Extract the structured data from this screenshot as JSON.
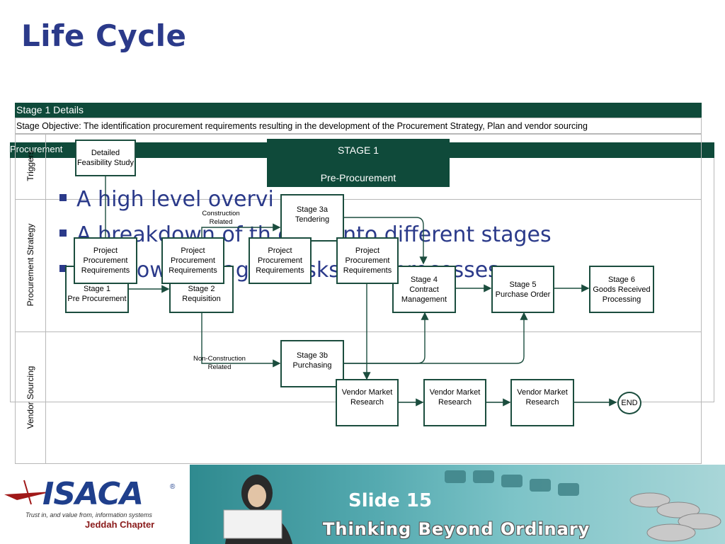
{
  "title": "Life Cycle",
  "back_layer": {
    "bar_label": "Procurement",
    "bullets": [
      "A high level overvi",
      "A breakdown of th     ction into different stages",
      "A     akdown of     tag      to tasks and processes"
    ]
  },
  "table": {
    "header": "Stage 1 Details",
    "objective": "Stage Objective: The identification procurement requirements resulting in the development of the Procurement Strategy, Plan and vendor sourcing",
    "lanes": [
      "Triggers",
      "Procurement Strategy",
      "Vendor Sourcing"
    ],
    "stage_banner": {
      "line1": "STAGE 1",
      "line2": "Pre-Procurement"
    }
  },
  "nodes": {
    "feasibility": [
      "Detailed",
      "Feasibility Study"
    ],
    "stage1": [
      "Stage 1",
      "Pre Procurement"
    ],
    "stage2": [
      "Stage 2",
      "Requisition"
    ],
    "stage3a": [
      "Stage 3a",
      "Tendering"
    ],
    "stage3b": [
      "Stage 3b",
      "Purchasing"
    ],
    "stage4": [
      "Stage 4",
      "Contract",
      "Management"
    ],
    "stage5": [
      "Stage 5",
      "Purchase Order"
    ],
    "stage6": [
      "Stage 6",
      "Goods Received",
      "Processing"
    ],
    "ppr": [
      "Project",
      "Procurement",
      "Requirements"
    ],
    "vmr": [
      "Vendor Market",
      "Research"
    ],
    "end": "END",
    "construction": [
      "Construction",
      "Related"
    ],
    "non_construction": [
      "Non-Construction",
      "Related"
    ]
  },
  "footer": {
    "logo": "ISACA",
    "logo_reg": "®",
    "tagline": "Trust in, and value from, information systems",
    "chapter": "Jeddah Chapter",
    "slide": "Slide 15",
    "slogan": "Thinking Beyond Ordinary"
  },
  "colors": {
    "primary_green": "#0f4a3a",
    "title_blue": "#2b3a8a",
    "node_border": "#1b4d3e"
  }
}
